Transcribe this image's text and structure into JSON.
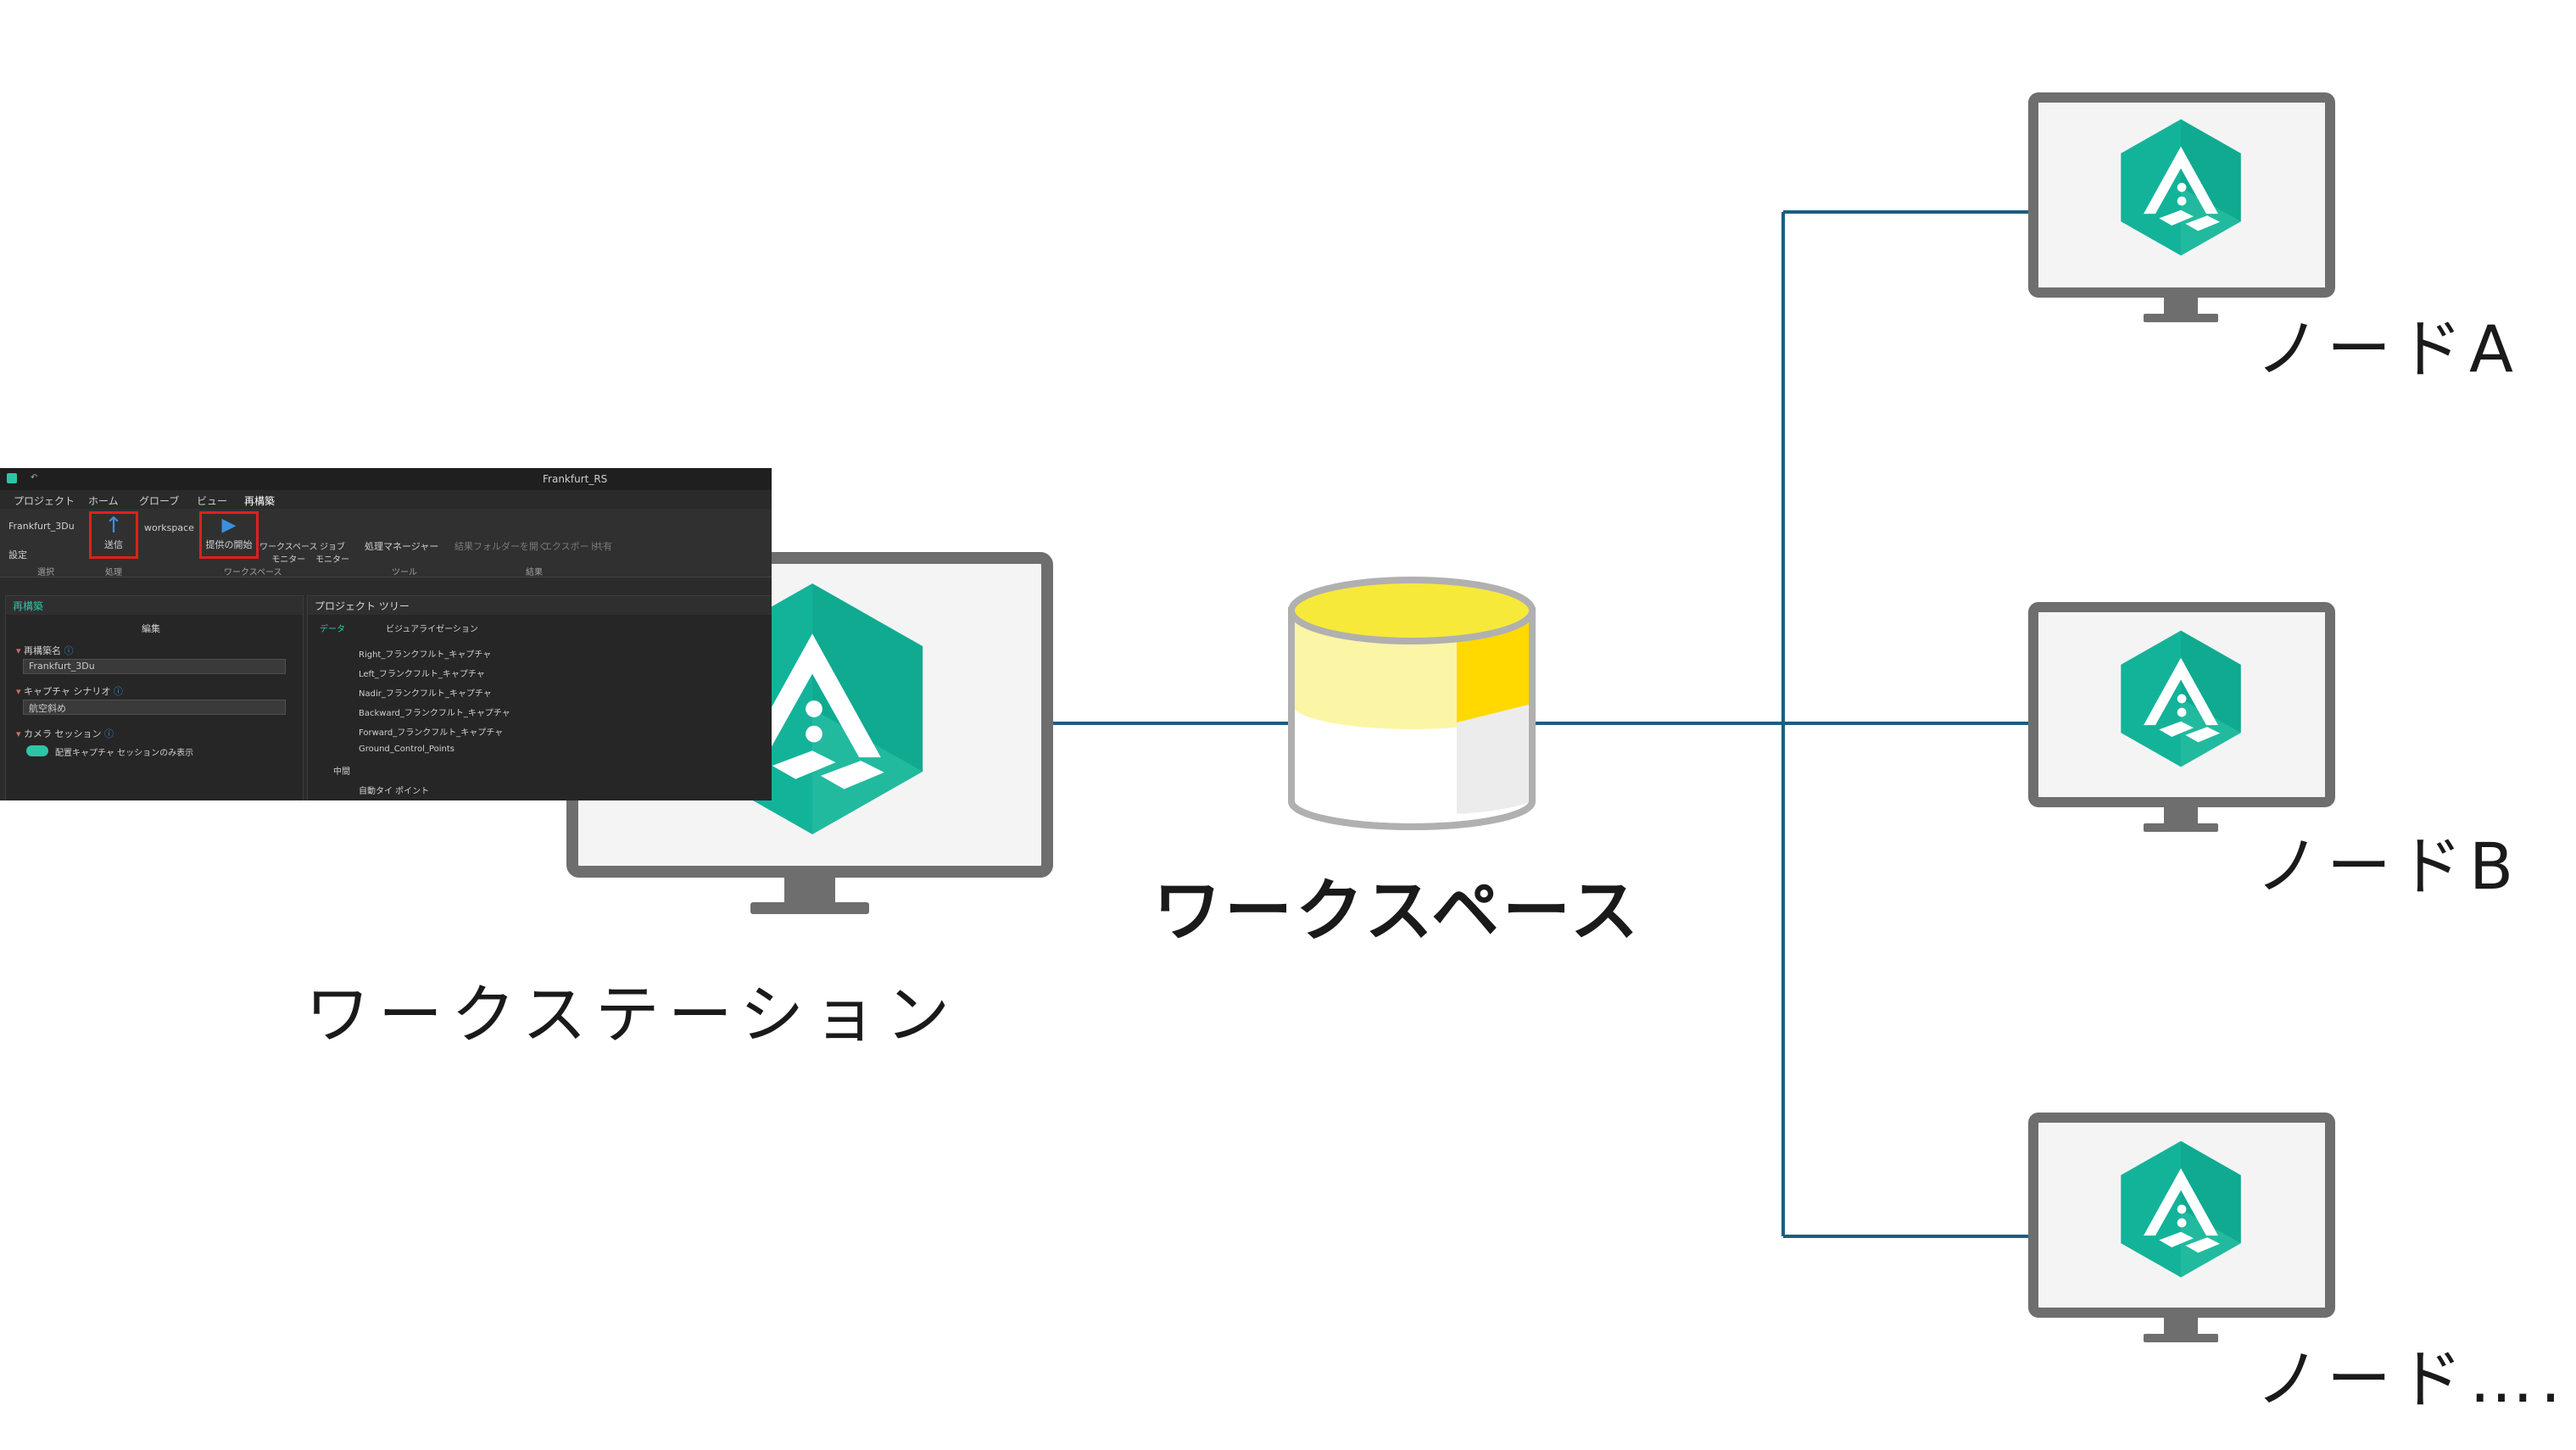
{
  "labels": {
    "workstation": "ワークステーション",
    "workspace": "ワークスペース",
    "node_a": "ノードA",
    "node_b": "ノードB",
    "node_more": "ノード…."
  },
  "colors": {
    "connector": "#1b5e80",
    "logo_teal": "#13b39a",
    "logo_teal_light": "#2ec4a8",
    "monitor_frame": "#6e6e6e",
    "monitor_screen": "#f4f4f4",
    "db_yellow": "#f7e93a",
    "db_yellow_light": "#fbf5a6",
    "highlight": "#e0201c"
  },
  "icons": {
    "app_logo": "hexagon-a-logo-icon",
    "database": "database-cylinder-icon",
    "monitor": "monitor-icon"
  },
  "app_screenshot": {
    "window_title": "Frankfurt_RS",
    "menu": [
      "プロジェクト",
      "ホーム",
      "グローブ",
      "ビュー",
      "再構築"
    ],
    "active_menu": "再構築",
    "ribbon": {
      "select_item": "Frankfurt_3Du",
      "settings": "設定",
      "send": "送信",
      "workspace": "workspace",
      "start_provide": "提供の開始",
      "workspace_monitor": "ワークスペース\nモニター",
      "job_monitor": "ジョブ\nモニター",
      "process_manager": "処理マネージャー",
      "open_result_folder": "結果フォルダーを開く",
      "export": "エクスポート",
      "share": "共有",
      "groups": [
        "選択",
        "処理",
        "ワークスペース",
        "ツール",
        "結果"
      ]
    },
    "left_panel": {
      "title": "再構築",
      "section": "編集",
      "name_label": "再構築名",
      "name_value": "Frankfurt_3Du",
      "scenario_label": "キャプチャ シナリオ",
      "scenario_value": "航空斜め",
      "camera_label": "カメラ セッション",
      "toggle_label": "配置キャプチャ セッションのみ表示"
    },
    "right_panel": {
      "title": "プロジェクト ツリー",
      "tabs": [
        "データ",
        "ビジュアライゼーション"
      ],
      "items": [
        "Right_フランクフルト_キャプチャ",
        "Left_フランクフルト_キャプチャ",
        "Nadir_フランクフルト_キャプチャ",
        "Backward_フランクフルト_キャプチャ",
        "Forward_フランクフルト_キャプチャ",
        "Ground_Control_Points"
      ],
      "group": "中間",
      "sub_item": "自動タイ ポイント"
    }
  }
}
